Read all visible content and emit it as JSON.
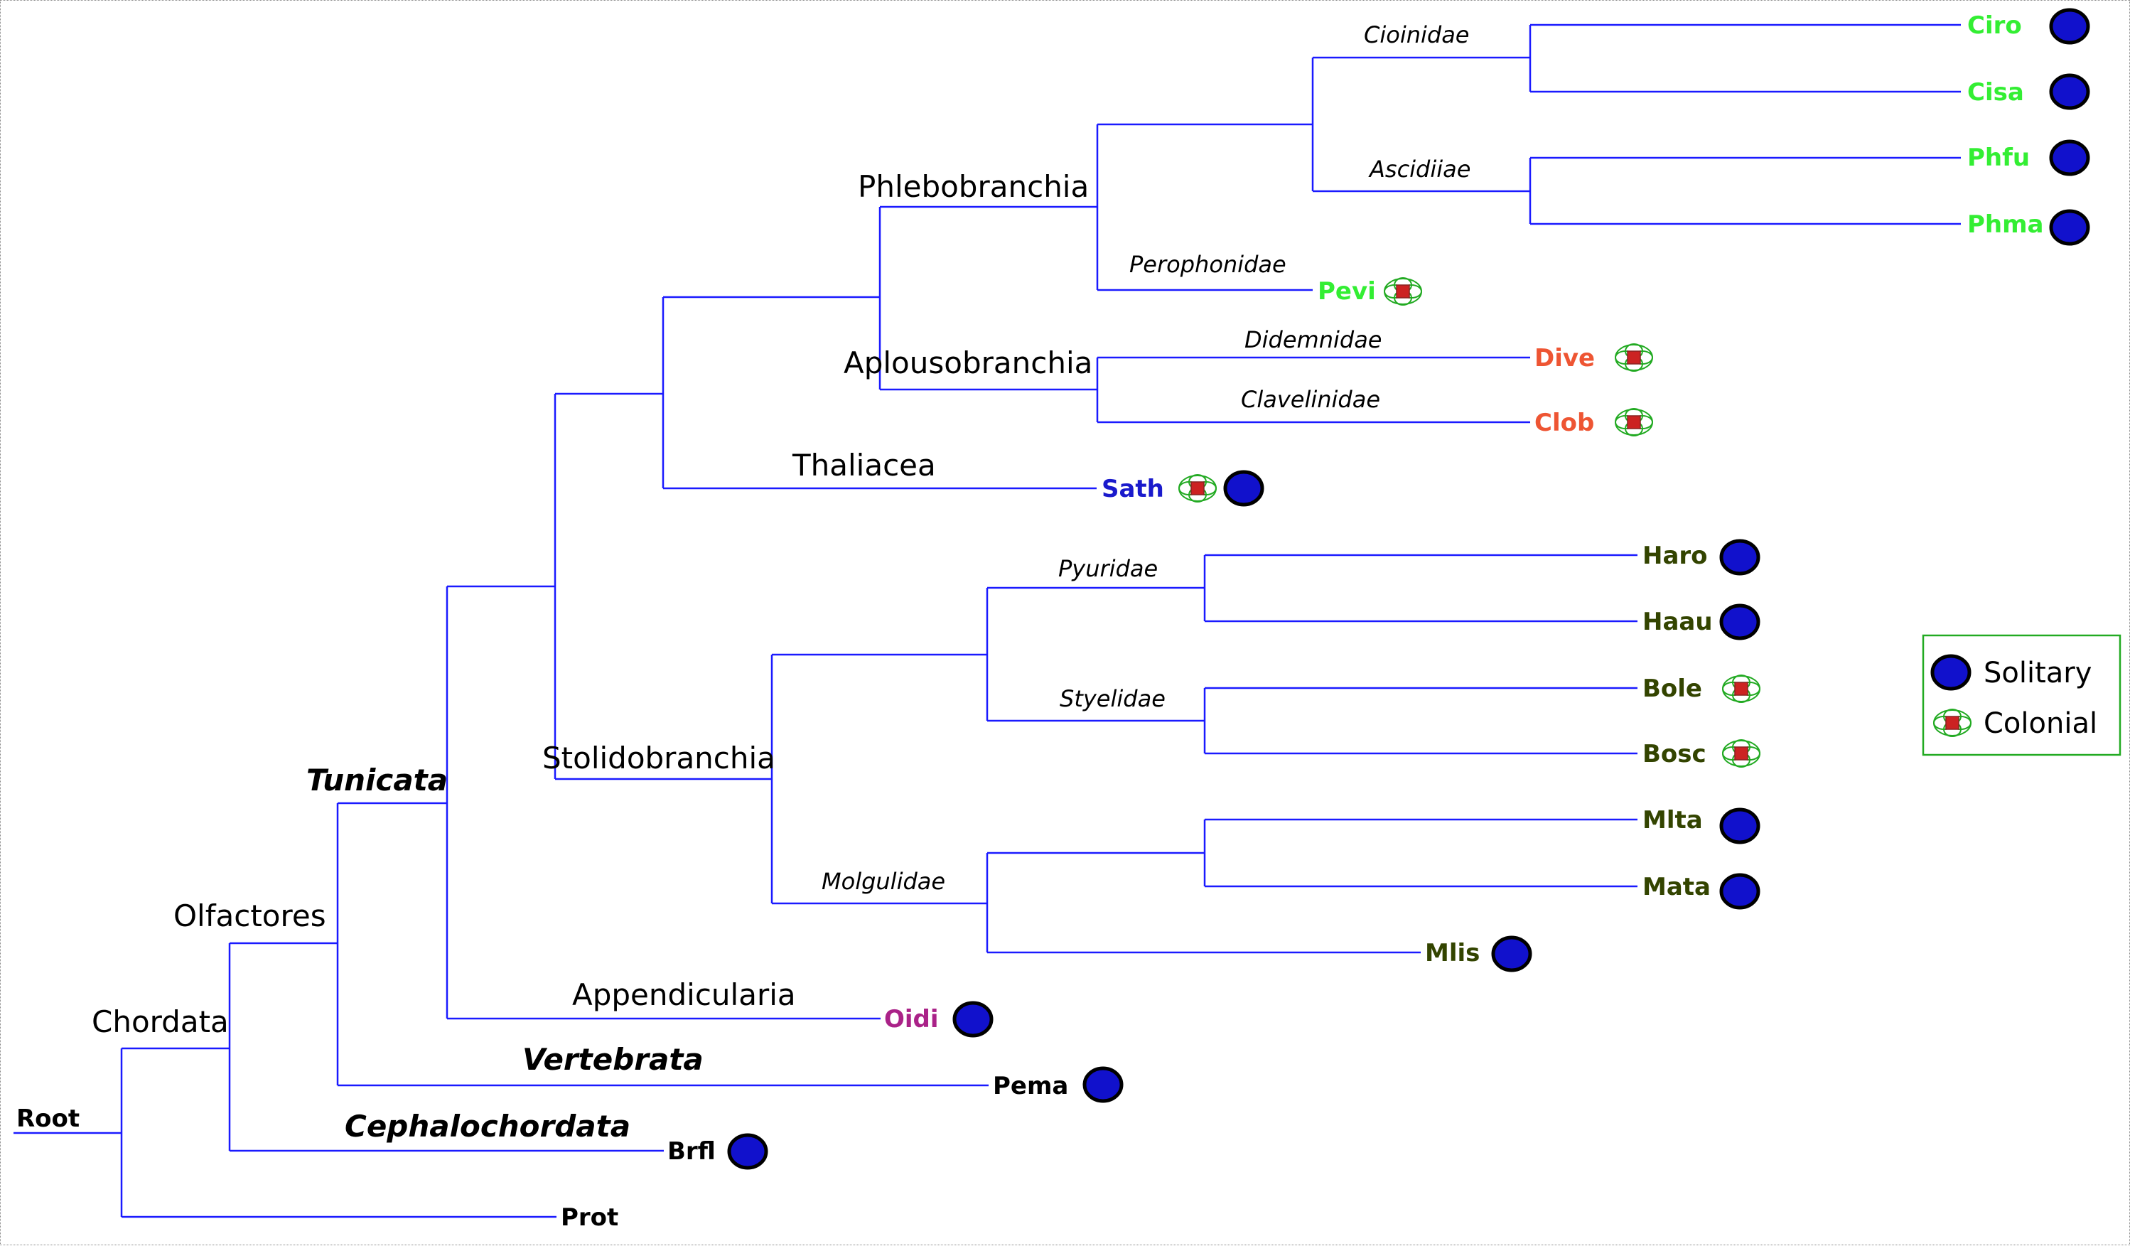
{
  "tree": {
    "root_label": "Root",
    "clades": {
      "chordata": "Chordata",
      "olfactores": "Olfactores",
      "tunicata": "Tunicata",
      "vertebrata": "Vertebrata",
      "cephalochordata": "Cephalochordata",
      "appendicularia": "Appendicularia",
      "thaliacea": "Thaliacea",
      "phlebobranchia": "Phlebobranchia",
      "aplousobranchia": "Aplousobranchia",
      "stolidobranchia": "Stolidobranchia"
    },
    "families": {
      "cioinidae": "Cioinidae",
      "ascidiiae": "Ascidiiae",
      "perophonidae": "Perophonidae",
      "didemnidae": "Didemnidae",
      "clavelinidae": "Clavelinidae",
      "pyuridae": "Pyuridae",
      "styelidae": "Styelidae",
      "molgulidae": "Molgulidae"
    },
    "leaves": {
      "ciro": "Ciro",
      "cisa": "Cisa",
      "phfu": "Phfu",
      "phma": "Phma",
      "pevi": "Pevi",
      "dive": "Dive",
      "clob": "Clob",
      "sath": "Sath",
      "haro": "Haro",
      "haau": "Haau",
      "bole": "Bole",
      "bosc": "Bosc",
      "mlta": "Mlta",
      "mata": "Mata",
      "mlis": "Mlis",
      "oidi": "Oidi",
      "pema": "Pema",
      "brfl": "Brfl",
      "prot": "Prot"
    },
    "leaf_traits": {
      "ciro": "solitary",
      "cisa": "solitary",
      "phfu": "solitary",
      "phma": "solitary",
      "pevi": "colonial",
      "dive": "colonial",
      "clob": "colonial",
      "sath": "colonial+solitary",
      "haro": "solitary",
      "haau": "solitary",
      "bole": "colonial",
      "bosc": "colonial",
      "mlta": "solitary",
      "mata": "solitary",
      "mlis": "solitary",
      "oidi": "solitary",
      "pema": "solitary",
      "brfl": "solitary",
      "prot": "none"
    }
  },
  "legend": {
    "solitary": "Solitary",
    "colonial": "Colonial"
  },
  "colors": {
    "branch": "#1a1aff",
    "phlebobranchia_leaf": "#33ee33",
    "aplousobranchia_leaf": "#ee5533",
    "thaliacea_leaf": "#1a1acc",
    "stolidobranchia_leaf": "#334400",
    "appendicularia_leaf": "#aa2288",
    "other_leaf": "#000000",
    "solitary_fill": "#1111cc",
    "colonial_outline": "#22aa22",
    "colonial_center": "#cc2222",
    "legend_border": "#22aa22"
  },
  "icons": {
    "solitary": "solitary-dot-icon",
    "colonial": "colonial-flower-icon"
  }
}
